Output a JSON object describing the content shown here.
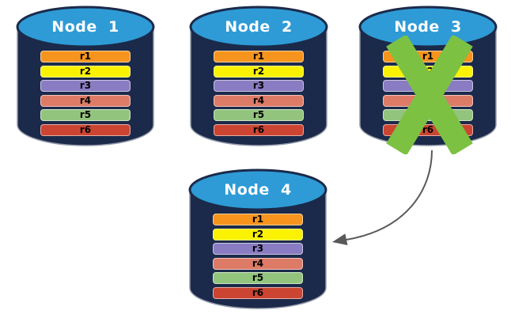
{
  "diagram": {
    "nodes": [
      {
        "id": "node-1",
        "label": "Node  1",
        "status": "active",
        "replicas": [
          "r1",
          "r2",
          "r3",
          "r4",
          "r5",
          "r6"
        ]
      },
      {
        "id": "node-2",
        "label": "Node  2",
        "status": "active",
        "replicas": [
          "r1",
          "r2",
          "r3",
          "r4",
          "r5",
          "r6"
        ]
      },
      {
        "id": "node-3",
        "label": "Node  3",
        "status": "failed",
        "replicas": [
          "r1",
          "r2",
          "r3",
          "r4",
          "r5",
          "r6"
        ]
      },
      {
        "id": "node-4",
        "label": "Node  4",
        "status": "active",
        "replicas": [
          "r1",
          "r2",
          "r3",
          "r4",
          "r5",
          "r6"
        ]
      }
    ],
    "replica_colors": {
      "r1": "#F7941D",
      "r2": "#FAF200",
      "r3": "#8A7CC2",
      "r4": "#DD7B67",
      "r5": "#93C47D",
      "r6": "#CB4532"
    },
    "colors": {
      "background": "#FFFFFF",
      "cylinder_body": "#1B2A4A",
      "cylinder_top": "#2E9BD6",
      "cylinder_outline": "#9199A8",
      "node_title_text": "#FFFFFF",
      "bar_text": "#000000",
      "failure_x": "#7CC142",
      "arrow": "#595959"
    },
    "arrow": {
      "from": "node-3",
      "to": "node-4"
    }
  }
}
